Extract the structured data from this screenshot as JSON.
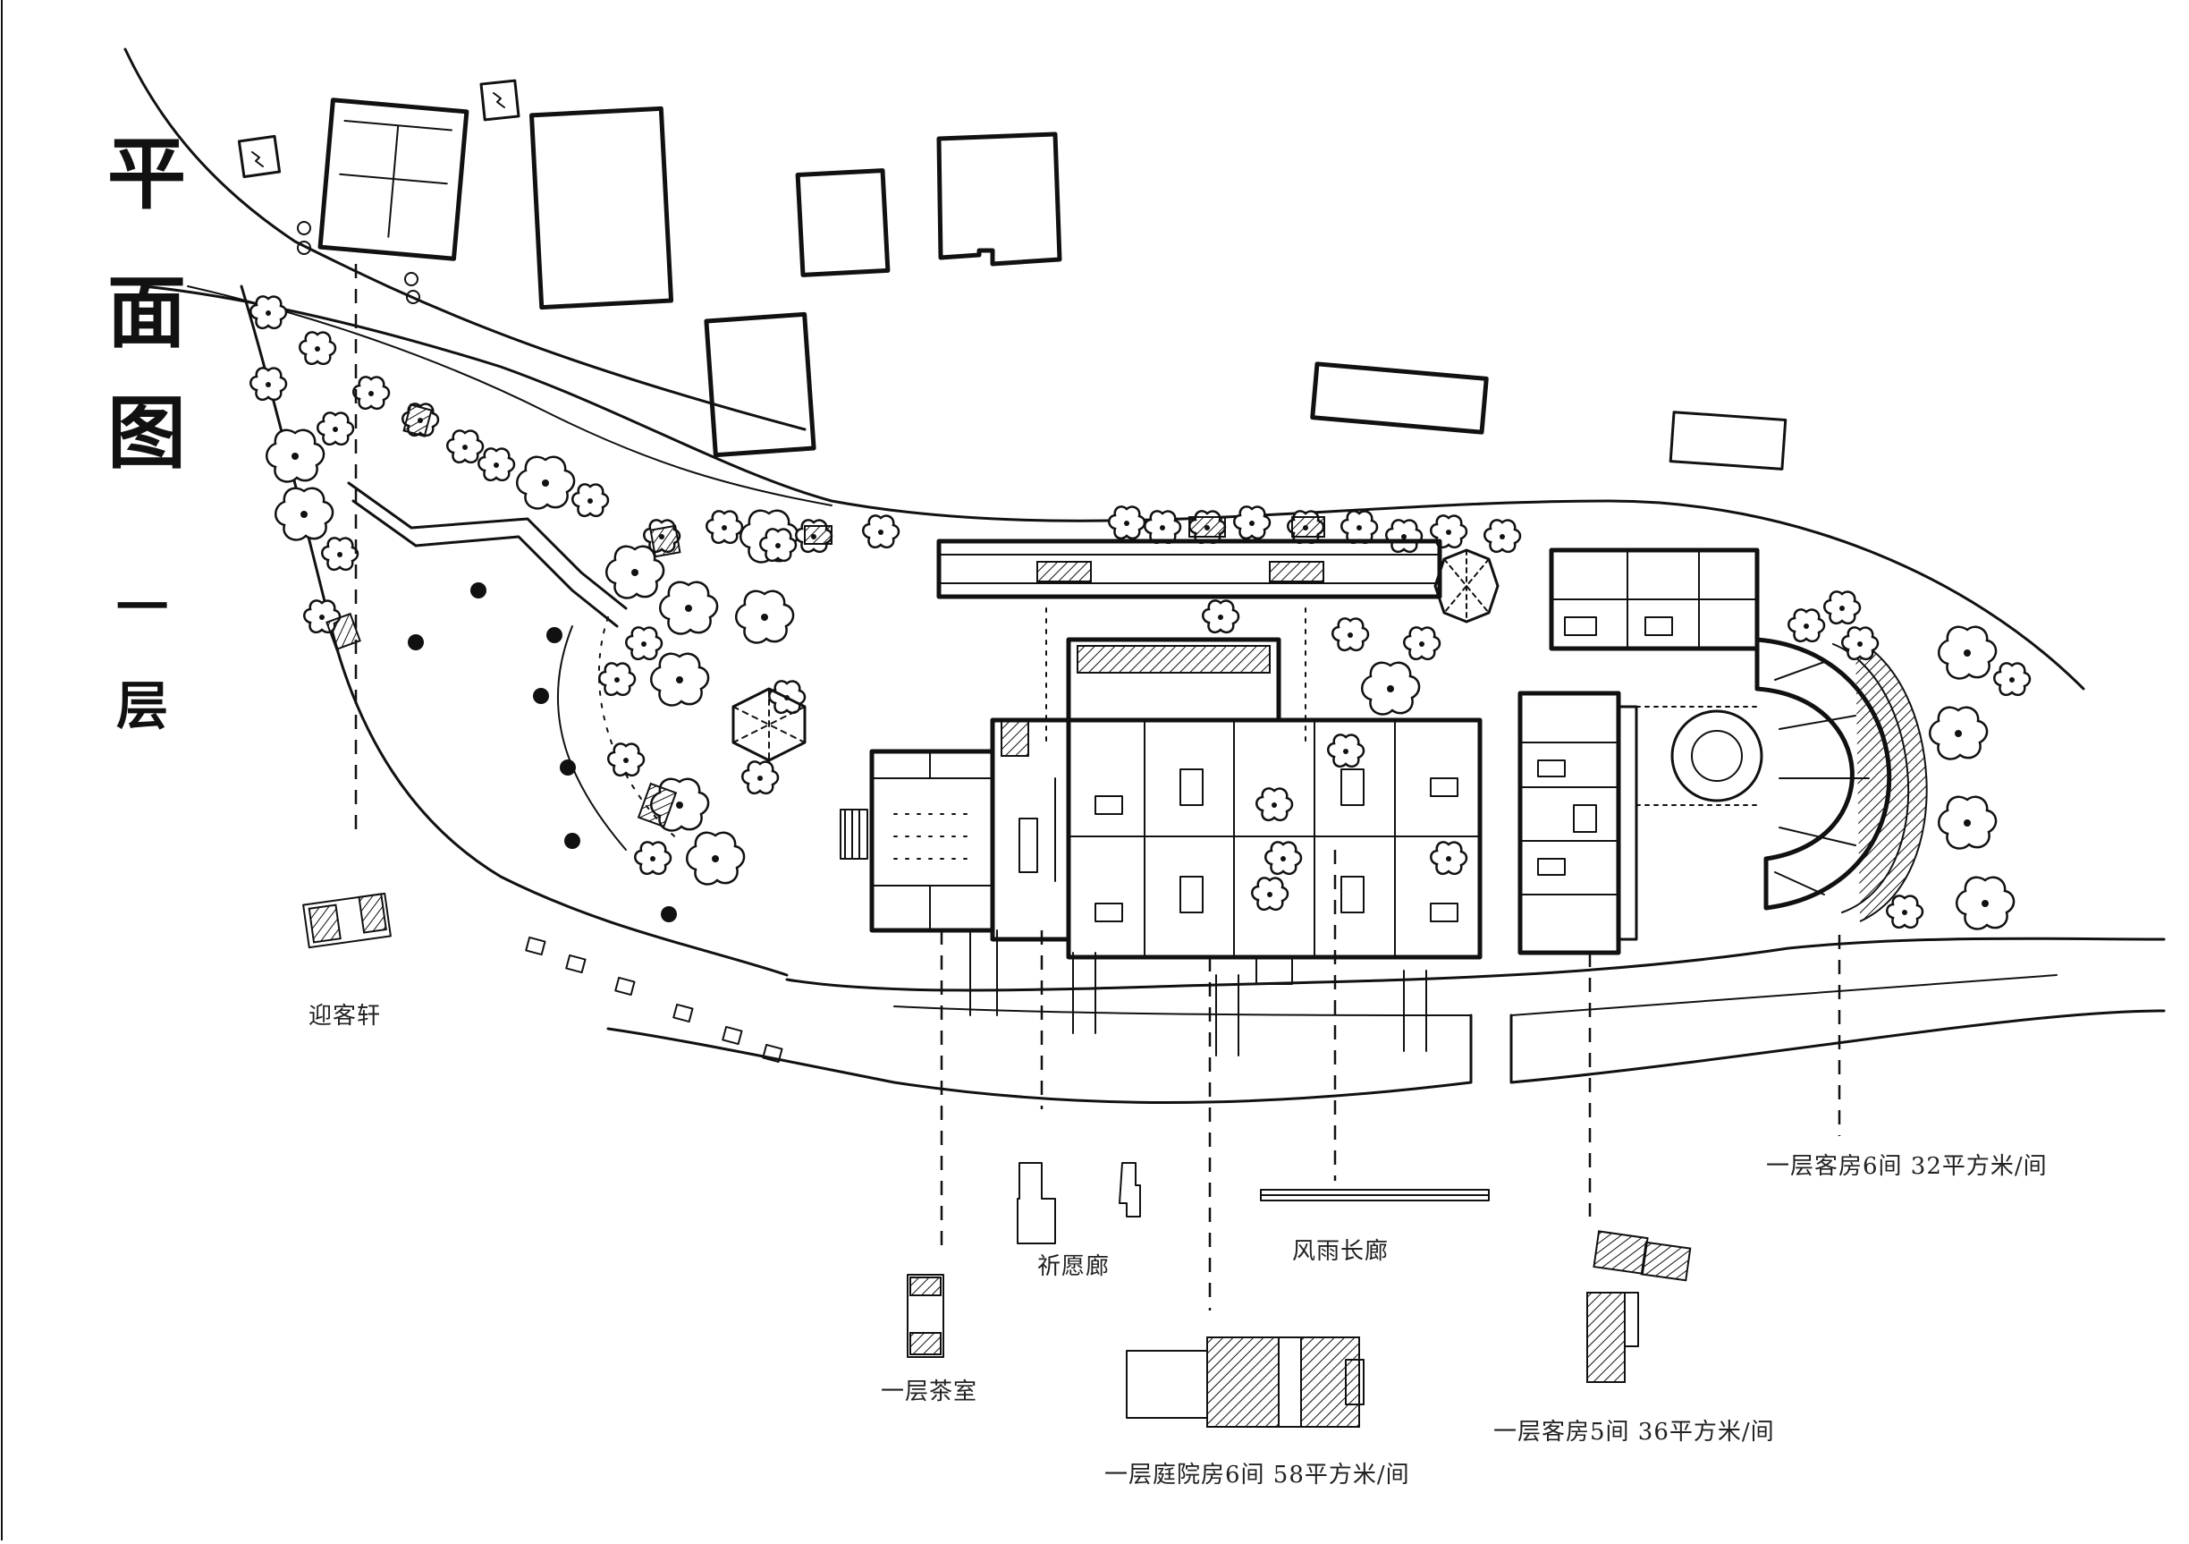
{
  "title": {
    "line1_char1": "平",
    "line1_char2": "面",
    "line1_char3": "图",
    "floor_char1": "一",
    "floor_char2": "层"
  },
  "labels": {
    "welcome_pavilion": "迎客轩",
    "prayer_corridor": "祈愿廊",
    "wind_rain_corridor": "风雨长廊",
    "tea_room": "一层茶室",
    "courtyard_rooms": "一层庭院房6间  58平方米/间",
    "guest_rooms_5": "一层客房5间  36平方米/间",
    "guest_rooms_6": "一层客房6间  32平方米/间"
  },
  "colors": {
    "ink": "#111111",
    "paper": "#ffffff",
    "label_text": "#222222"
  }
}
